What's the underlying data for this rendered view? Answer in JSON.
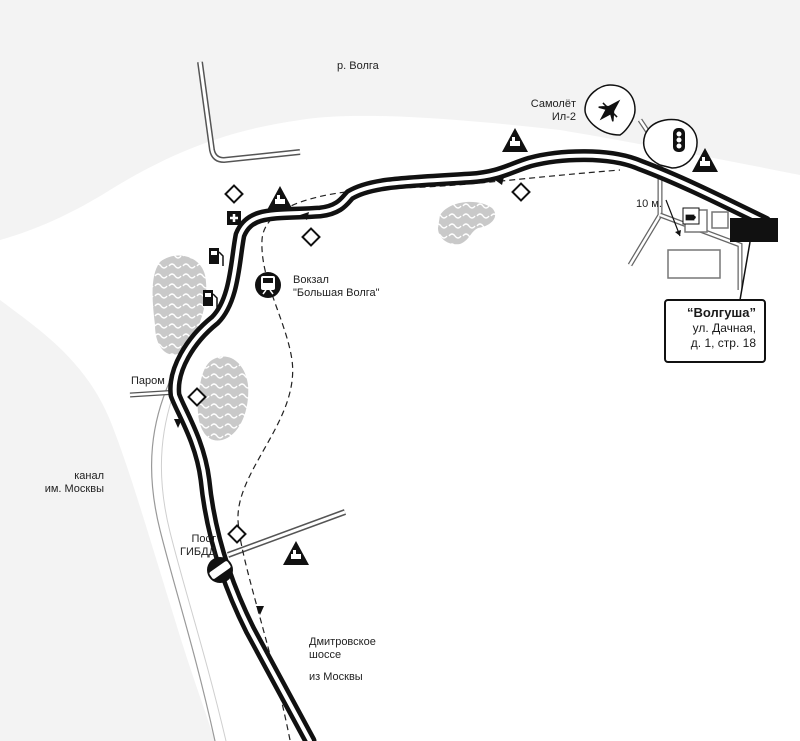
{
  "map": {
    "labels": {
      "river": "р. Волга",
      "plane": "Самолёт\nИл-2",
      "station": "Вокзал\n\"Большая Волга\"",
      "ferry": "Паром",
      "canal": "канал\nим. Москвы",
      "police": "Пост\nГИБДД",
      "highway": "Дмитровское\nшоссе",
      "from": "из Москвы",
      "distance": "10 м."
    },
    "destination": {
      "name": "“Волгуша”",
      "address_line1": "ул. Дачная,",
      "address_line2": "д. 1, стр. 18"
    },
    "icons": [
      "airplane-icon",
      "traffic-light-icon",
      "train-icon",
      "railway-crossing-icon",
      "fuel-station-icon",
      "first-aid-icon",
      "police-post-icon",
      "cafe-icon",
      "water-hatch-icon"
    ],
    "colors": {
      "water": "#f2f2f2",
      "road": "#111111",
      "route": "#ffffff",
      "lake": "#c8c8c8"
    }
  }
}
